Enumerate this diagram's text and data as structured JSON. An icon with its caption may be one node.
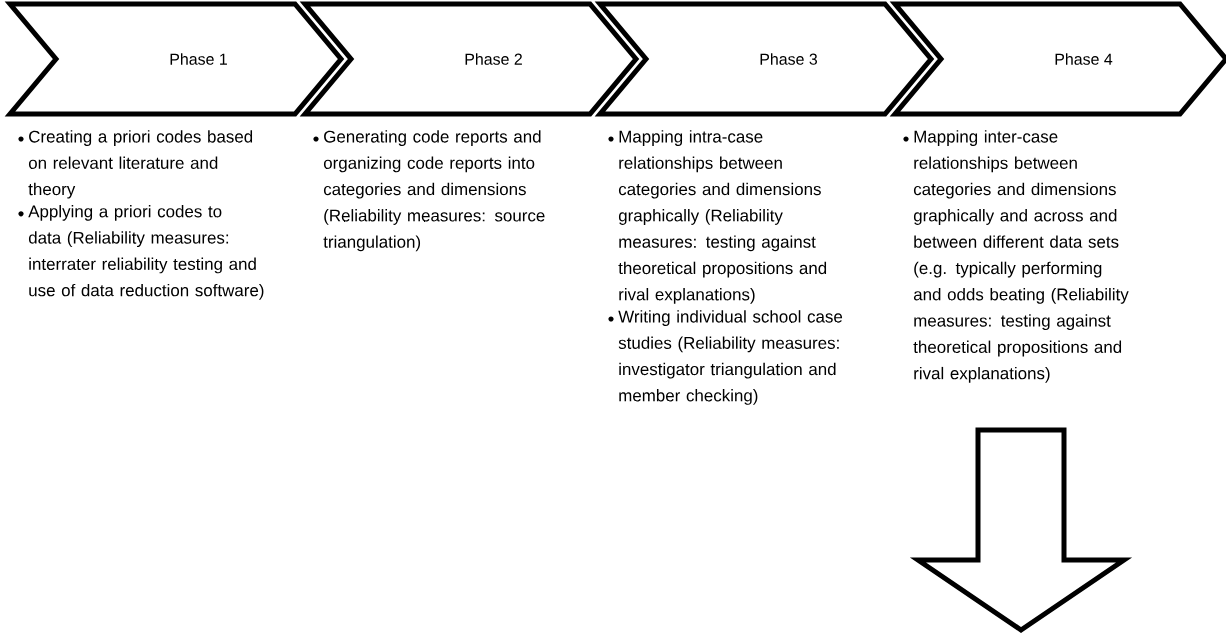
{
  "diagram": {
    "nodes": [
      {
        "text": [
          "Phase 1"
        ],
        "beside": [
          "Creating a priori codes based on relevant literature and theory",
          "Applying a priori codes to data (Reliability measures: interrater reliability testing and use of data reduction software)"
        ]
      },
      {
        "text": [
          "Phase 2"
        ],
        "beside": [
          "Generating code reports and organizing code reports into categories and dimensions (Reliability measures: source triangulation)"
        ]
      },
      {
        "text": [
          "Phase 3"
        ],
        "beside": [
          "Mapping intra-case relationships between categories and dimensions graphically (Reliability measures: testing against theoretical propositions and rival explanations)",
          "Writing individual school case studies (Reliability measures: investigator triangulation and member checking)"
        ]
      },
      {
        "text": [
          "Phase 4"
        ],
        "beside": [
          "Mapping inter-case relationships between categories and dimensions graphically and across and between different data sets (e.g. typically performing and odds beating (Reliability measures: testing against theoretical propositions and rival explanations)"
        ]
      },
      {
        "text": [],
        "shape": "arrow"
      }
    ]
  }
}
